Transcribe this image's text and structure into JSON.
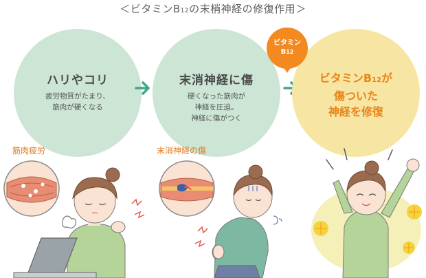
{
  "title": {
    "prefix": "＜ビタミンB",
    "subscript": "12",
    "suffix": "の末梢神経の修復作用＞"
  },
  "steps": [
    {
      "heading": "ハリやコリ",
      "body": "疲労物質がたまり、\n筋肉が硬くなる"
    },
    {
      "heading": "末消神経に傷",
      "body": "硬くなった筋肉が\n神経を圧迫。\n神経に傷がつく"
    }
  ],
  "result": {
    "line1_prefix": "ビタミンB",
    "line1_subscript": "12",
    "line1_suffix": "が",
    "line2": "傷ついた",
    "line3": "神経を修復"
  },
  "badge": {
    "line1": "ビタミン",
    "line2_prefix": "B",
    "line2_subscript": "12"
  },
  "labels": {
    "left": "筋肉疲労",
    "middle": "末消神経の傷"
  },
  "colors": {
    "green_circle": "#cce5d5",
    "yellow_circle": "#f7e6a3",
    "arrow": "#3fa88a",
    "badge": "#f28a1f",
    "result_text": "#e8851a"
  },
  "icons": [
    "arrow-right-icon",
    "arrow-right-icon"
  ]
}
